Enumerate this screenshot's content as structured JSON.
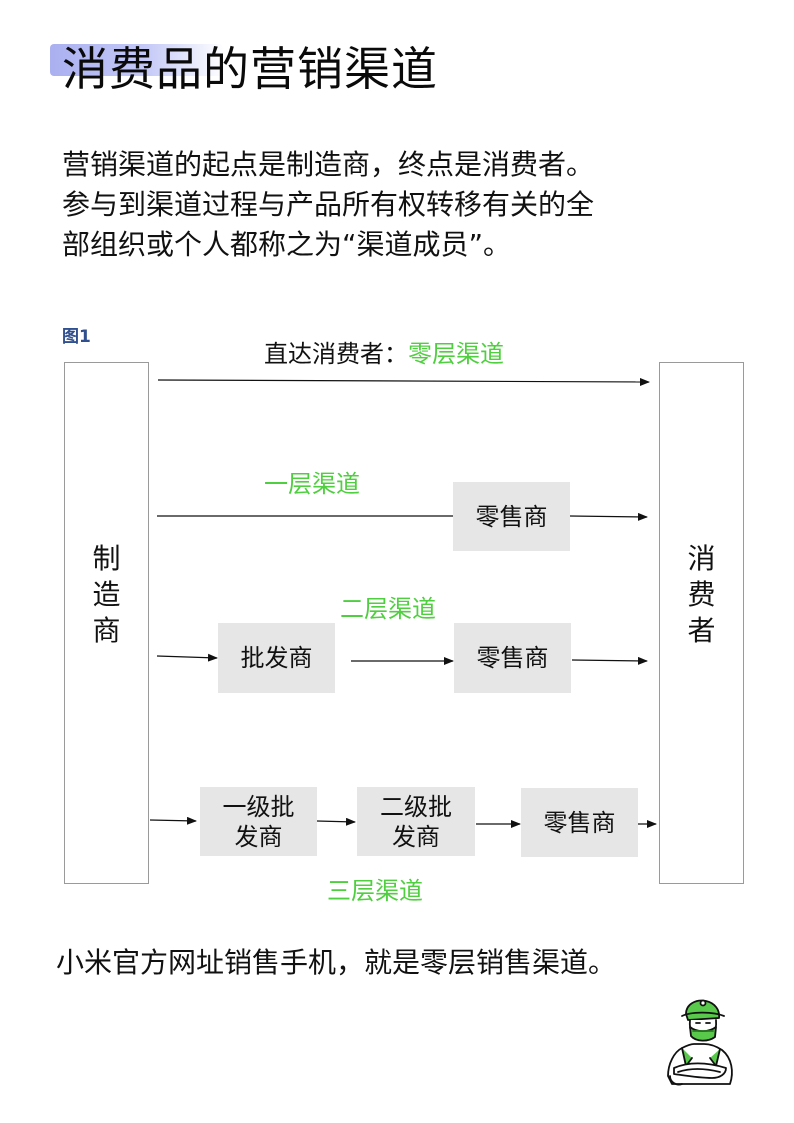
{
  "header": {
    "title": "消费品的营销渠道"
  },
  "intro": {
    "lines": [
      "营销渠道的起点是制造商，终点是消费者。",
      "参与到渠道过程与产品所有权转移有关的全",
      "部组织或个人都称之为“渠道成员”。"
    ]
  },
  "figure": {
    "label": "图1",
    "manufacturer": [
      "制",
      "造",
      "商"
    ],
    "consumer": [
      "消",
      "费",
      "者"
    ],
    "direct": {
      "prefix": "直达消费者：",
      "name": "零层渠道"
    },
    "level1": {
      "name": "一层渠道",
      "retailer": "零售商"
    },
    "level2": {
      "name": "二层渠道",
      "wholesaler": "批发商",
      "retailer": "零售商"
    },
    "level3": {
      "name": "三层渠道",
      "wholesaler1": [
        "一级批",
        "发商"
      ],
      "wholesaler2": [
        "二级批",
        "发商"
      ],
      "retailer": "零售商"
    }
  },
  "conclusion": "小米官方网址销售手机，就是零层销售渠道。",
  "colors": {
    "accent_green": "#4fcf3f",
    "node_fill": "#e6e6e6",
    "title_highlight": "#aab0f0",
    "figure_label": "#2f4f8f"
  },
  "icons": {
    "mascot": "masked-person-mascot-icon"
  }
}
